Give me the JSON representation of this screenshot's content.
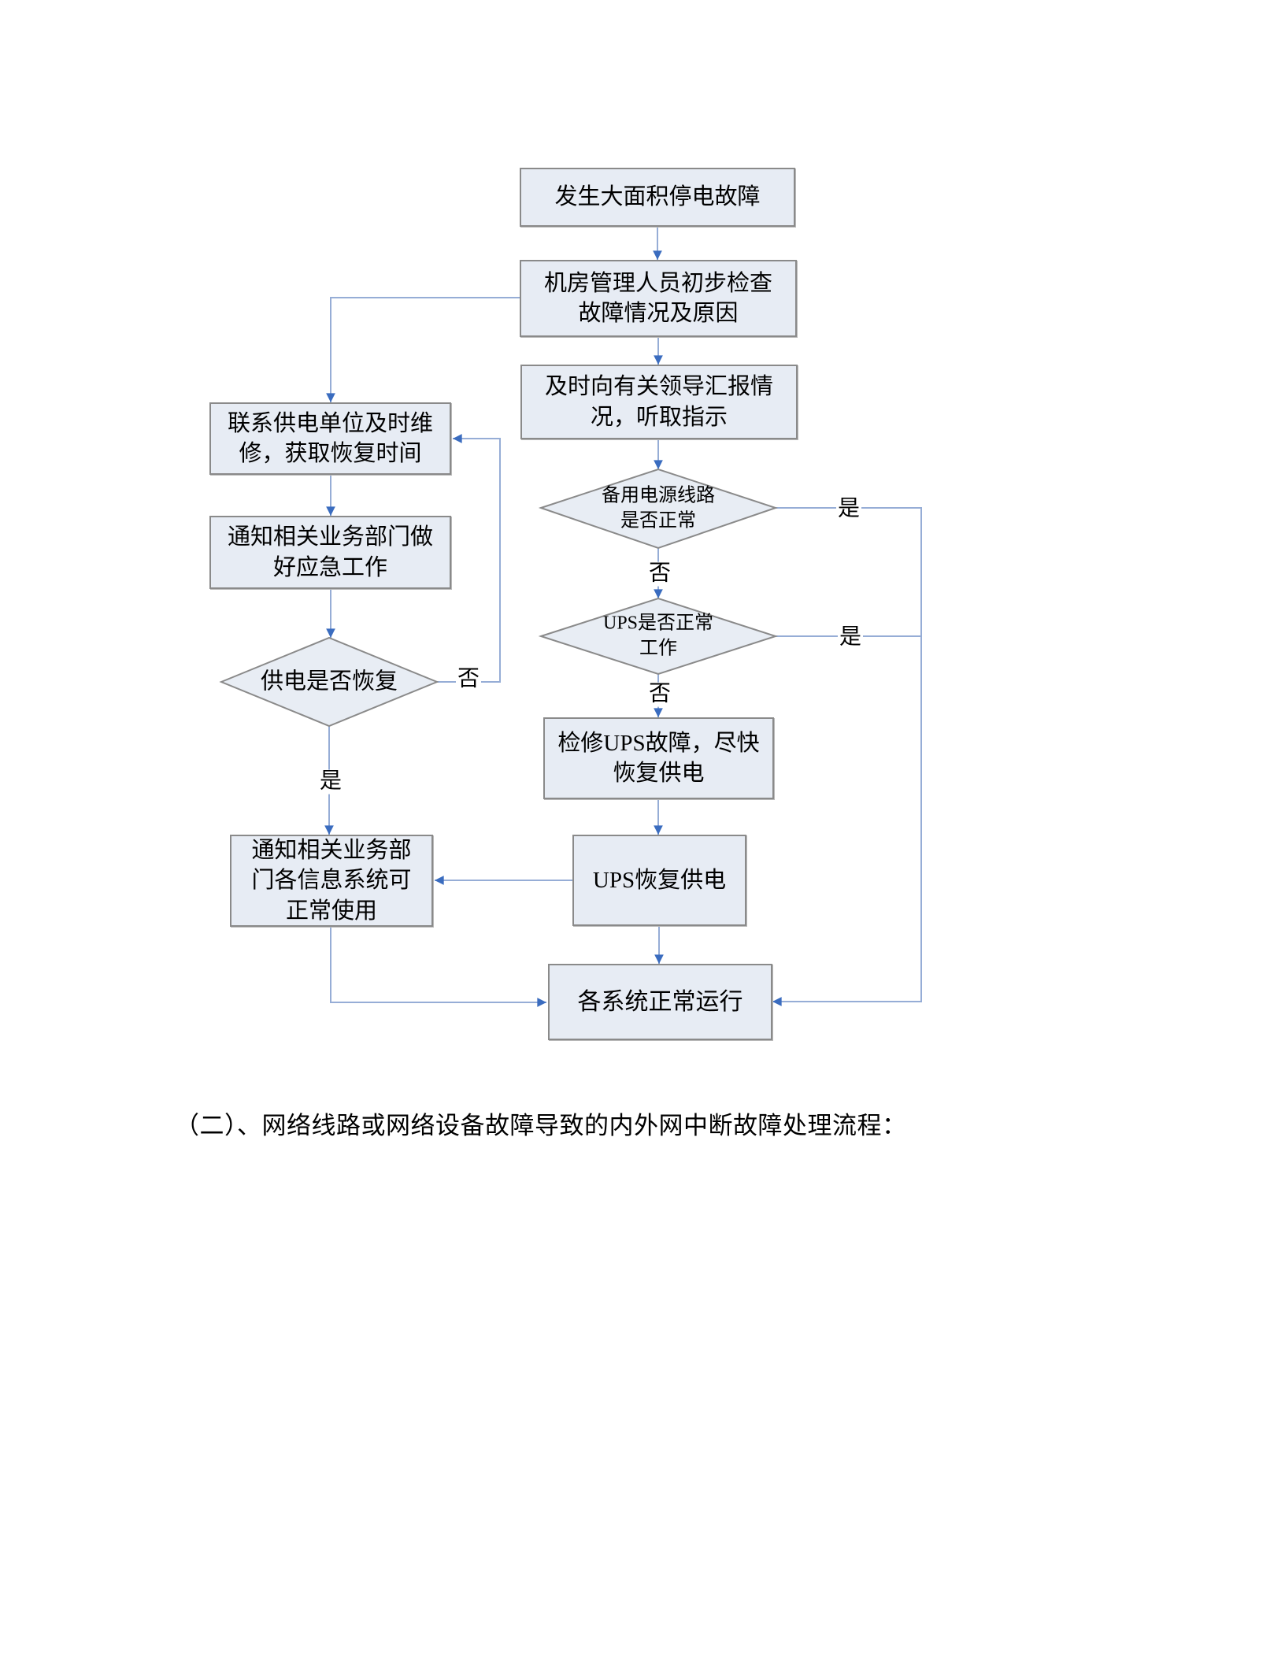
{
  "caption": "（二）、网络线路或网络设备故障导致的内外网中断故障处理流程：",
  "flowchart": {
    "colors": {
      "node_fill": "#e7ecf4",
      "node_border": "#8a8a8a",
      "connector_line": "#96add6",
      "arrowhead": "#3a6cbf",
      "text": "#000000"
    },
    "nodes": {
      "start": "发生大面积停电故障",
      "initial_check": "机房管理人员初步检查\n故障情况及原因",
      "report_leaders": "及时向有关领导汇报情\n况，听取指示",
      "backup_line_ok": "备用电源线路\n是否正常",
      "ups_ok": "UPS是否正常\n工作",
      "repair_ups": "检修UPS故障，尽快\n恢复供电",
      "ups_power_restored": "UPS恢复供电",
      "systems_running": "各系统正常运行",
      "contact_power_company": "联系供电单位及时维\n修，获取恢复时间",
      "notify_departments": "通知相关业务部门做\n好应急工作",
      "power_restored": "供电是否恢复",
      "notify_systems_usable": "通知相关业务部\n门各信息系统可\n正常使用"
    },
    "edge_labels": {
      "yes": "是",
      "no": "否"
    }
  }
}
